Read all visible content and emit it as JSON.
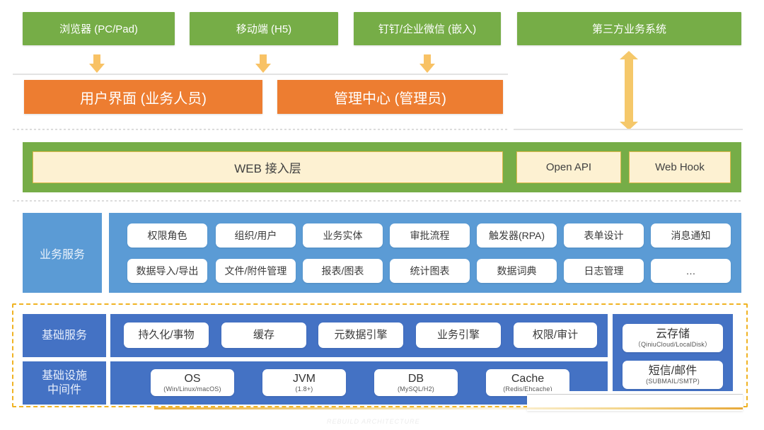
{
  "diagram": {
    "watermark": "REBUILD ARCHITECTURE",
    "colors": {
      "green": "#76AD47",
      "orange": "#ED7D31",
      "cream": "#FDF1D2",
      "cream_border": "#E0B84B",
      "light_blue": "#5B9BD5",
      "dark_blue": "#4472C4",
      "arrow": "#F8C265",
      "dashed_border": "#F0B323"
    }
  },
  "clients": {
    "items": [
      {
        "label": "浏览器 (PC/Pad)"
      },
      {
        "label": "移动端 (H5)"
      },
      {
        "label": "钉钉/企业微信 (嵌入)"
      },
      {
        "label": "第三方业务系统"
      }
    ]
  },
  "ui_layer": {
    "items": [
      {
        "label": "用户界面 (业务人员)"
      },
      {
        "label": "管理中心 (管理员)"
      }
    ]
  },
  "web_layer": {
    "items": [
      {
        "label": "WEB 接入层"
      },
      {
        "label": "Open API"
      },
      {
        "label": "Web Hook"
      }
    ]
  },
  "business_services": {
    "label": "业务服务",
    "row1": [
      "权限角色",
      "组织/用户",
      "业务实体",
      "审批流程",
      "触发器(RPA)",
      "表单设计",
      "消息通知"
    ],
    "row2": [
      "数据导入/导出",
      "文件/附件管理",
      "报表/图表",
      "统计图表",
      "数据词典",
      "日志管理",
      "…"
    ]
  },
  "base_services": {
    "label": "基础服务",
    "items": [
      "持久化/事物",
      "缓存",
      "元数据引擎",
      "业务引擎",
      "权限/审计"
    ]
  },
  "infrastructure": {
    "label_line1": "基础设施",
    "label_line2": "中间件",
    "items": [
      {
        "title": "OS",
        "sub": "(Win/Linux/macOS)"
      },
      {
        "title": "JVM",
        "sub": "(1.8+)"
      },
      {
        "title": "DB",
        "sub": "(MySQL/H2)"
      },
      {
        "title": "Cache",
        "sub": "(Redis/Ehcache)"
      }
    ]
  },
  "external_services": {
    "items": [
      {
        "title": "云存储",
        "sub": "（QiniuCloud/LocalDisk）"
      },
      {
        "title": "短信/邮件",
        "sub": "(SUBMAIL/SMTP)"
      }
    ]
  }
}
